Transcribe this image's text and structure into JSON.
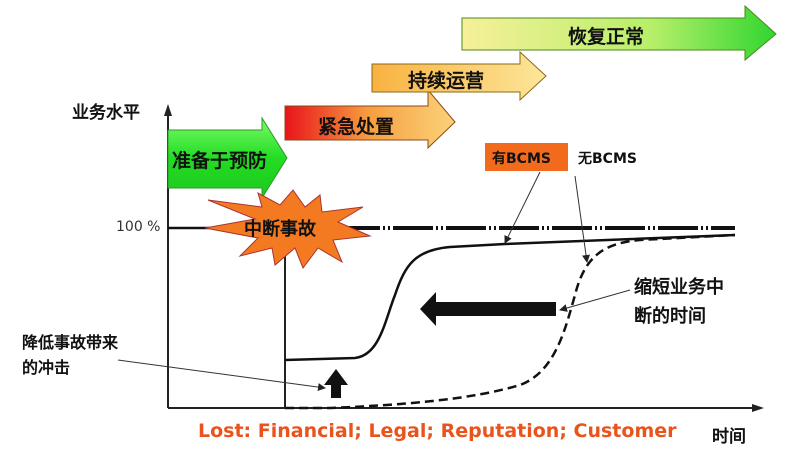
{
  "y_axis_label": "业务水平",
  "x_axis_label": "时间",
  "level_100": "100 %",
  "phases": {
    "prepare": "准备于预防",
    "emergency": "紧急处置",
    "continue": "持续运营",
    "recover": "恢复正常"
  },
  "incident": "中断事故",
  "with_bcms": "有BCMS",
  "without_bcms": "无BCMS",
  "shorten_note": [
    "缩短业务中",
    "断的时间"
  ],
  "reduce_note": [
    "降低事故带来",
    "的冲击"
  ],
  "losses": "Lost: Financial; Legal; Reputation; Customer",
  "colors": {
    "orange": "#f26b1d",
    "green": "#33e533",
    "loss_text": "#e8541c"
  }
}
